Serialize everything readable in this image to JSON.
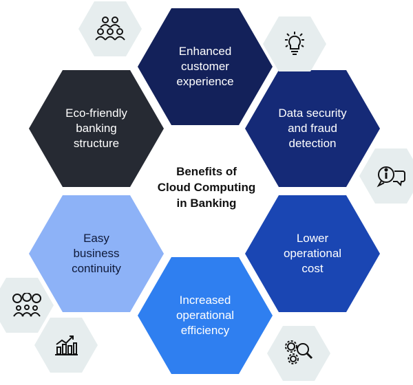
{
  "center_title": "Benefits of\nCloud Computing\nin Banking",
  "hexagons": {
    "top": {
      "label": "Enhanced\ncustomer\nexperience",
      "color": "#13215a"
    },
    "upper_right": {
      "label": "Data security\nand fraud\ndetection",
      "color": "#152a77"
    },
    "lower_right": {
      "label": "Lower\noperational\ncost",
      "color": "#1a46b3"
    },
    "bottom": {
      "label": "Increased\noperational\nefficiency",
      "color": "#2f7ff0"
    },
    "lower_left": {
      "label": "Easy\nbusiness\ncontinuity",
      "color": "#8db2f7"
    },
    "upper_left": {
      "label": "Eco-friendly\nbanking\nstructure",
      "color": "#262a33"
    }
  },
  "icons": {
    "people_group": "people-group-icon",
    "lightbulb": "lightbulb-icon",
    "info_chat": "info-chat-icon",
    "gears_search": "gears-search-icon",
    "chart": "bar-chart-icon",
    "team_ideas": "team-ideas-icon"
  },
  "colors": {
    "small_hex": "#e6edee",
    "icon_stroke": "#111111"
  }
}
